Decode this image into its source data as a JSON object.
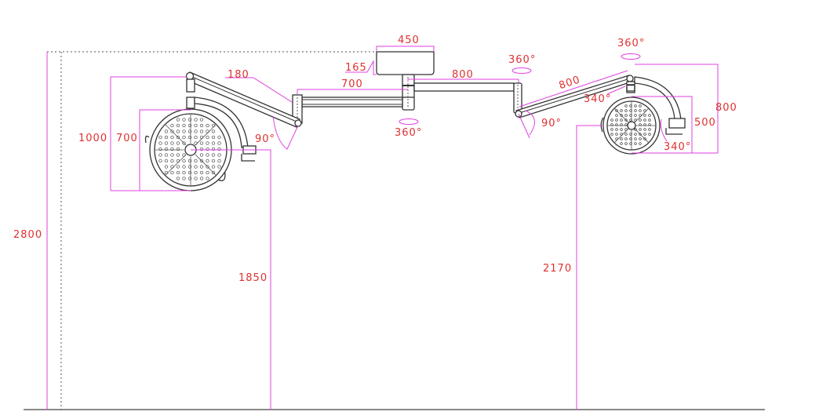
{
  "drawing": {
    "ceiling_height": "2800",
    "mount_width": "450",
    "mount_height": "165",
    "left_arm_length": "700",
    "right_arm_length": "800",
    "left_spring_arm": "180",
    "right_spring_arm": "800",
    "left_lamp_height": "1850",
    "right_lamp_height": "2170",
    "left_yoke_height": "1000",
    "left_lamp_diameter": "700",
    "right_yoke_height": "800",
    "right_lamp_diameter": "500",
    "rotation_center": "360°",
    "rotation_right_joint": "360°",
    "rotation_right_top": "360°",
    "left_tilt": "90°",
    "right_tilt": "90°",
    "right_yoke_rotation": "340°",
    "right_head_rotation": "340°"
  },
  "colors": {
    "dimension_line": "#e040e0",
    "dimension_text": "#e03030",
    "outline": "#333333"
  }
}
